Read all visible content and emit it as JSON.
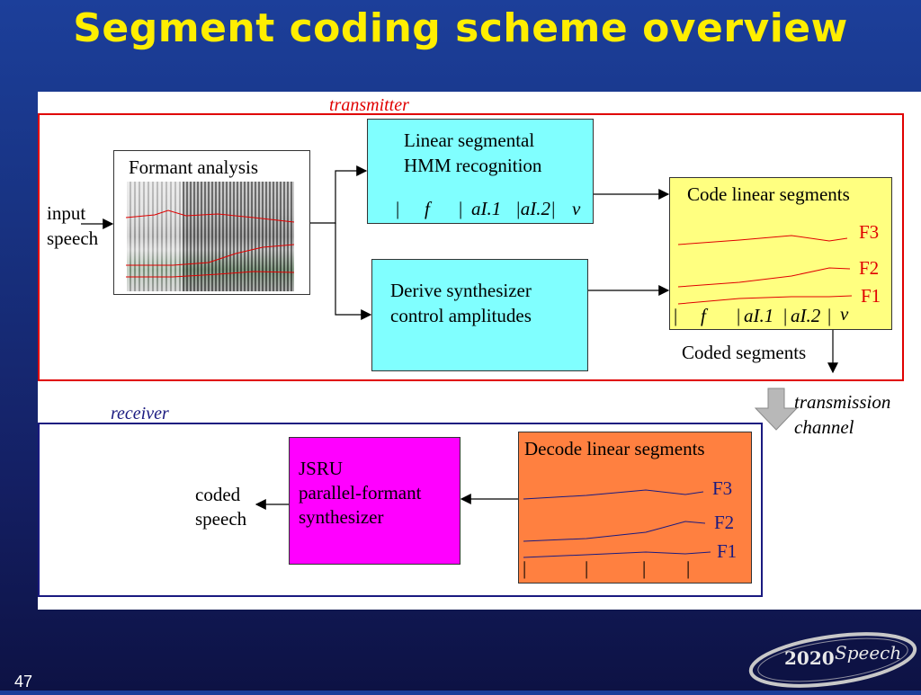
{
  "title": "Segment coding scheme overview",
  "page_number": "47",
  "transmitter": {
    "label": "transmitter",
    "input_label": [
      "input",
      "speech"
    ],
    "formant_analysis": "Formant analysis",
    "hmm_box": [
      "Linear segmental",
      "HMM recognition"
    ],
    "hmm_segments": [
      "|",
      "f",
      "|",
      "aI.1",
      "|aI.2|",
      "v"
    ],
    "derive_box": [
      "Derive synthesizer",
      "control amplitudes"
    ],
    "code_box": {
      "title": "Code linear segments",
      "formants": [
        "F3",
        "F2",
        "F1"
      ],
      "segments": [
        "|",
        "f",
        "|",
        "aI.1",
        "|",
        "aI.2",
        "|",
        "v"
      ]
    },
    "coded_segments": "Coded segments"
  },
  "channel": [
    "transmission",
    "channel"
  ],
  "receiver": {
    "label": "receiver",
    "decode_box": {
      "title": "Decode linear segments",
      "formants": [
        "F3",
        "F2",
        "F1"
      ],
      "bars": [
        "|",
        "|",
        "|",
        "|"
      ]
    },
    "synth_box": [
      "JSRU",
      "parallel-formant",
      "synthesizer"
    ],
    "output_label": [
      "coded",
      "speech"
    ]
  },
  "logo": {
    "number": "2020",
    "word": "Speech"
  },
  "colors": {
    "title": "#ffee00",
    "transmitter_frame": "#e00000",
    "receiver_frame": "#1a1a80",
    "hmm_box": "#80ffff",
    "code_box": "#ffff80",
    "decode_box": "#ff8040",
    "synth_box": "#ff00ff"
  }
}
